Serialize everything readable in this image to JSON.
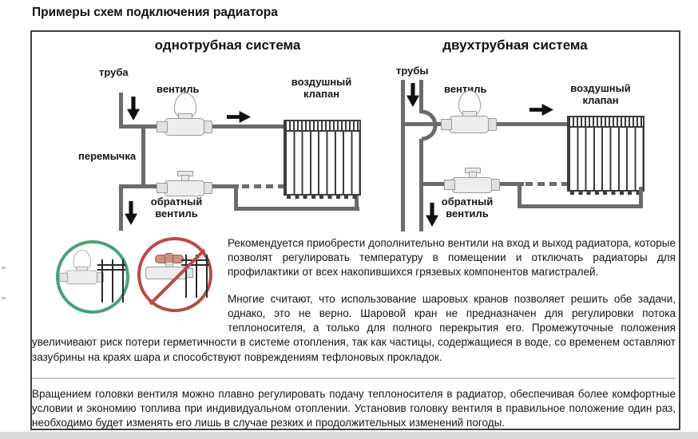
{
  "title": "Примеры схем подключения радиатора",
  "diagrams": {
    "single": {
      "heading": "однотрубная система",
      "pipe_label": "труба",
      "valve_label": "вентиль",
      "air_valve_label": "воздушный клапан",
      "bypass_label": "перемычка",
      "return_valve_label": "обратный вентиль"
    },
    "double": {
      "heading": "двухтрубная система",
      "pipes_label": "трубы",
      "valve_label": "вентиль",
      "air_valve_label": "воздушный клапан",
      "return_valve_label": "обратный вентиль"
    }
  },
  "icons": {
    "allowed_circle": "thermostatic-valve-allowed-icon",
    "prohibited_circle": "ball-valve-prohibited-icon"
  },
  "paragraphs": {
    "p1": "Рекомендуется приобрести дополнительно вентили на вход и выход радиатора, которые позволят регулировать температуру в помещении и отключать радиаторы для профилактики от всех накопившихся грязевых компонентов магистралей.",
    "p2": "Многие считают, что использование шаровых кранов позволяет решить обе задачи, однако, это не верно. Шаровой кран не предназначен для регулировки потока теплоносителя, а только для полного перекрытия его. Промежуточные положения увеличивают риск потери герметичности в системе отопления, так как частицы, содержащиеся в воде, со временем оставляют зазубрины на краях шара и способствуют повреждениям тефлоновых прокладок.",
    "p3": "Вращением головки вентиля можно плавно регулировать подачу теплоносителя в радиатор, обеспечивая более комфортные условии и экономию топлива при индивидуальном отоплении. Установив головку вентиля в правильное положение один раз, необходимо будет изменять его лишь в случае резких и продолжительных изменений погоды."
  },
  "colors": {
    "pipe_gray": "#6b6b6b",
    "ok_green": "#4aa178",
    "ban_red": "#b94a48",
    "ball_handle_salmon": "#cf9183"
  }
}
